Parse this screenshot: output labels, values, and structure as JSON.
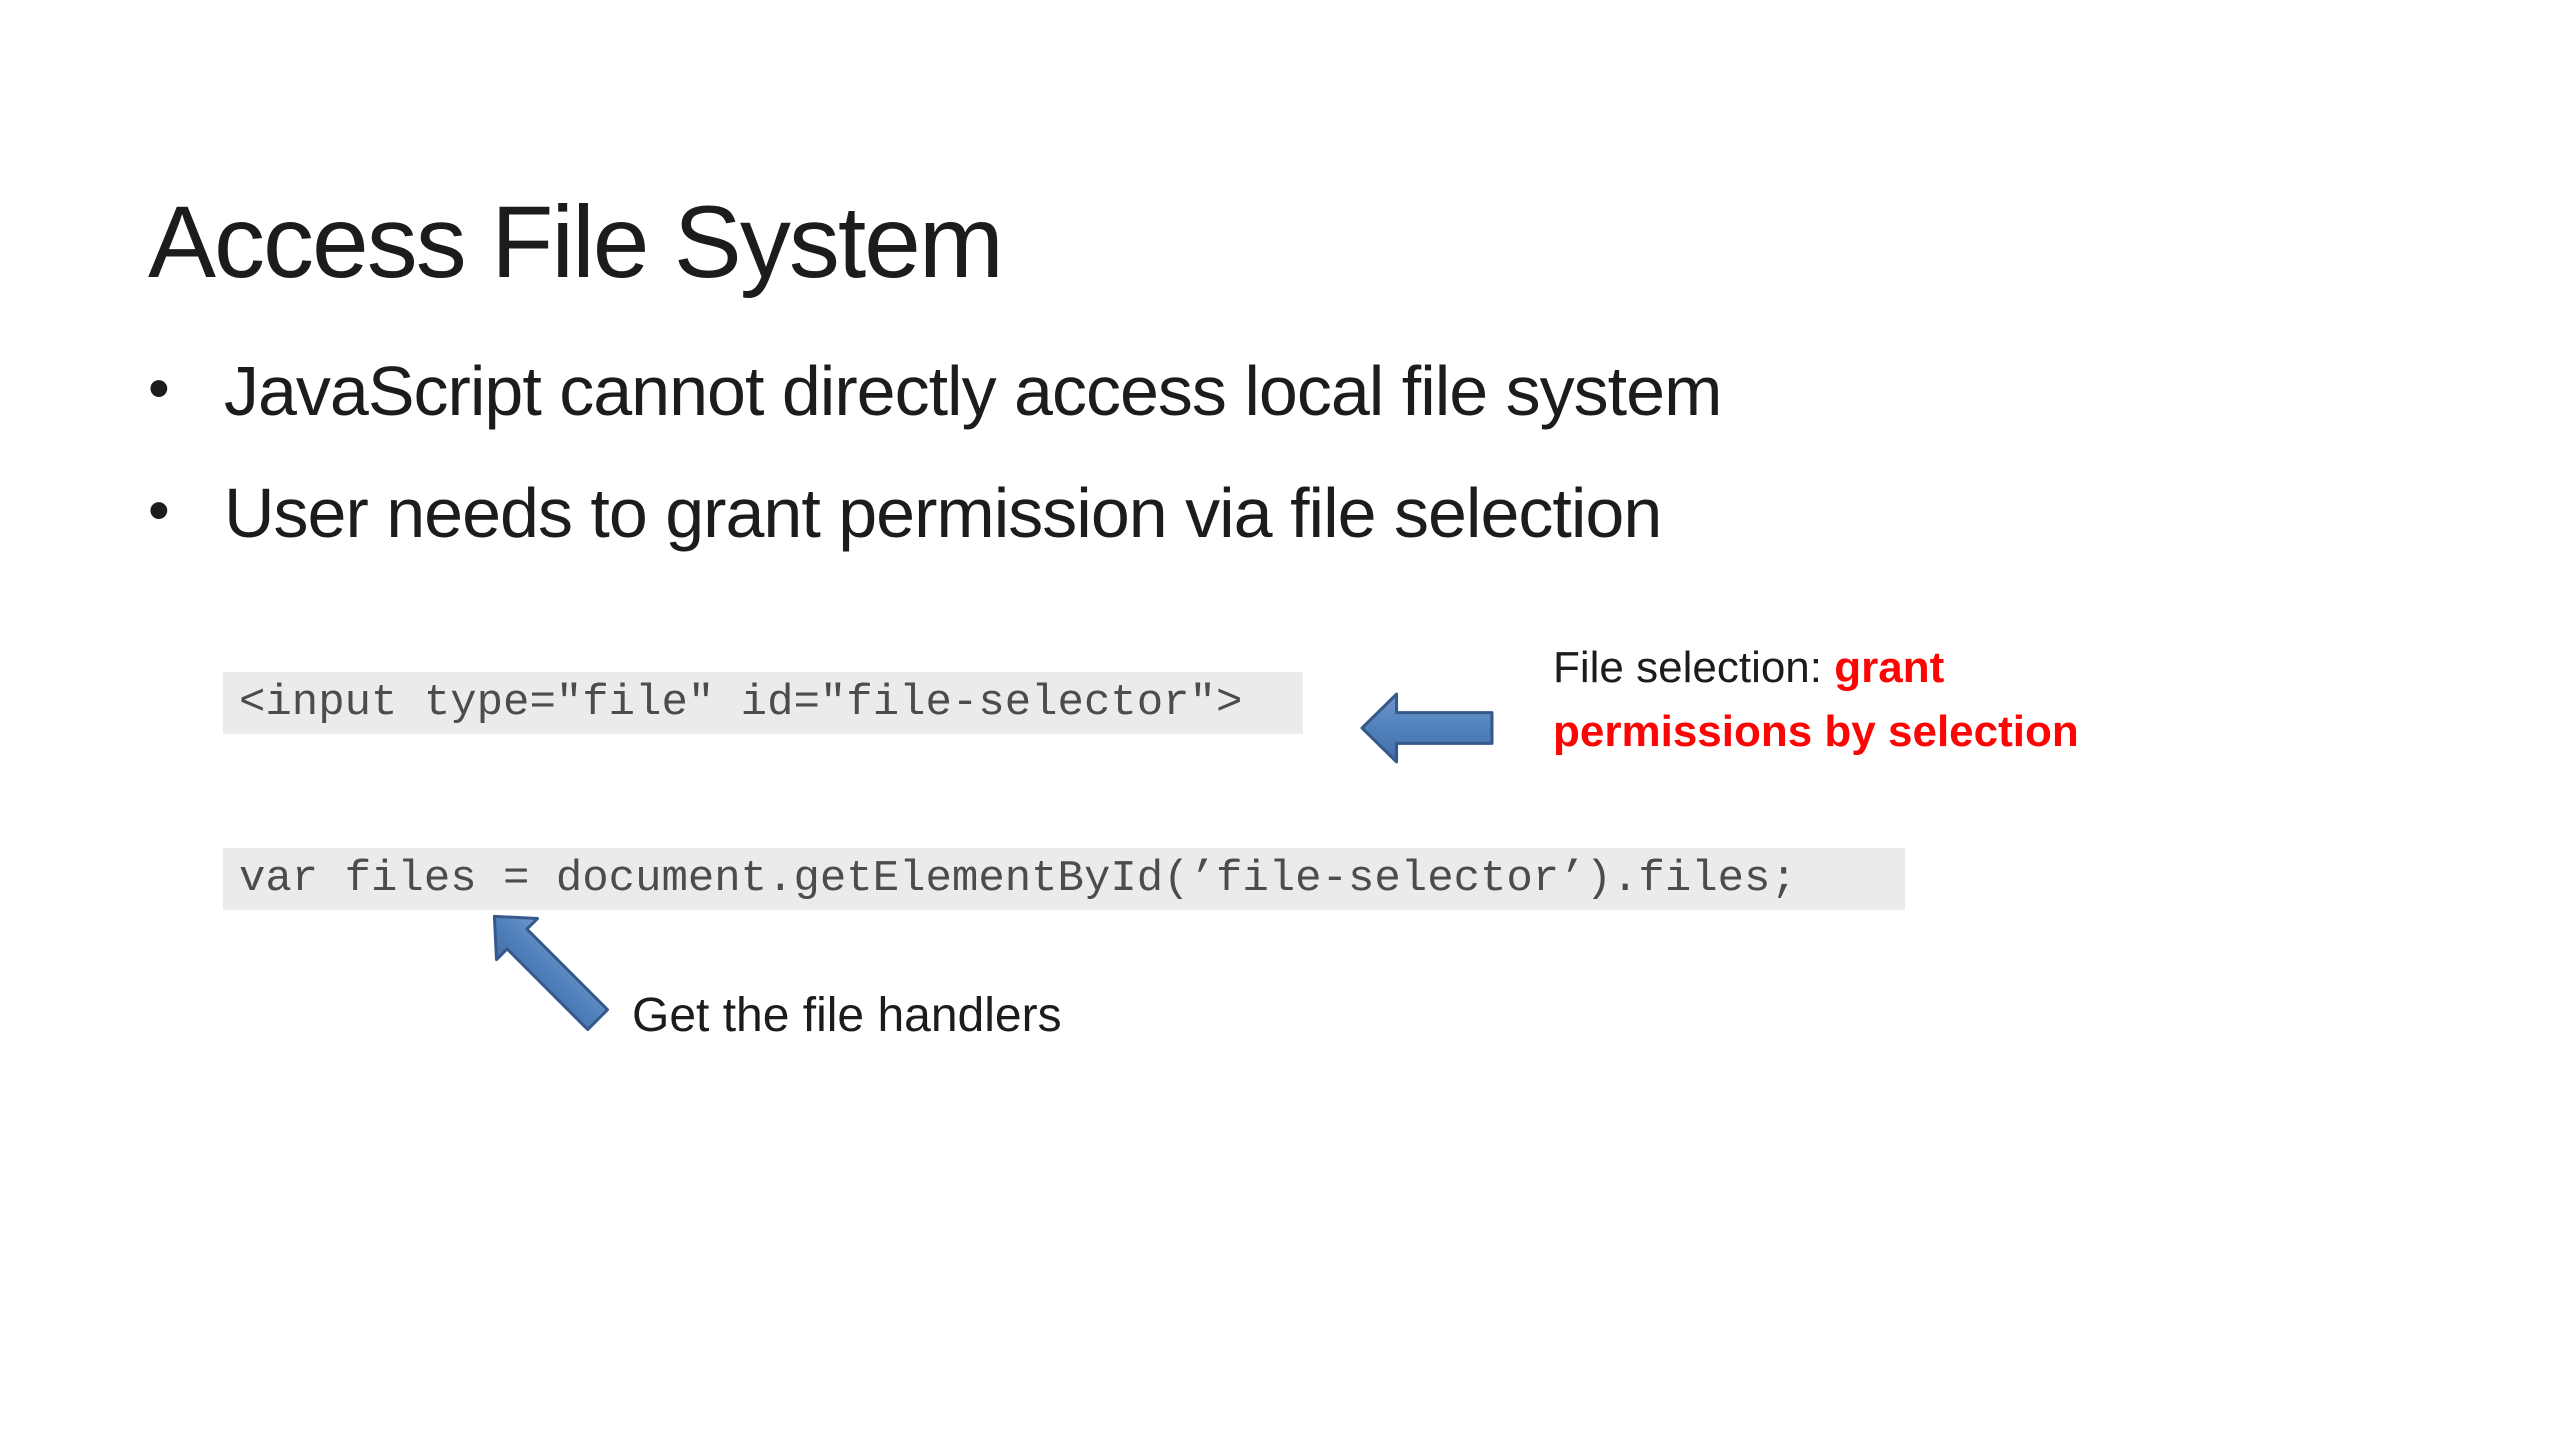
{
  "slide": {
    "title": "Access File System",
    "bullets": [
      {
        "text": "JavaScript cannot directly access local file system"
      },
      {
        "text": "User needs to grant permission via file selection"
      }
    ],
    "code_blocks": [
      {
        "code": "<input type=\"file\" id=\"file-selector\">"
      },
      {
        "code": "var files = document.getElementById(’file-selector’).files;"
      }
    ],
    "annotations": {
      "selection_note": {
        "line1_plain": "File selection: ",
        "line1_highlight": "grant",
        "line2_highlight": "permissions by selection"
      },
      "handlers_note": "Get the file handlers"
    },
    "icons": {
      "arrow_left": "block-arrow-left",
      "arrow_up_left": "block-arrow-up-left"
    },
    "colors": {
      "background": "#ffffff",
      "text": "#1c1c1c",
      "code_background": "#ebebe9",
      "code_text": "#4c4c4c",
      "highlight_red": "#fb0505",
      "arrow_fill": "#4f81bd",
      "arrow_border": "#36598c"
    }
  }
}
